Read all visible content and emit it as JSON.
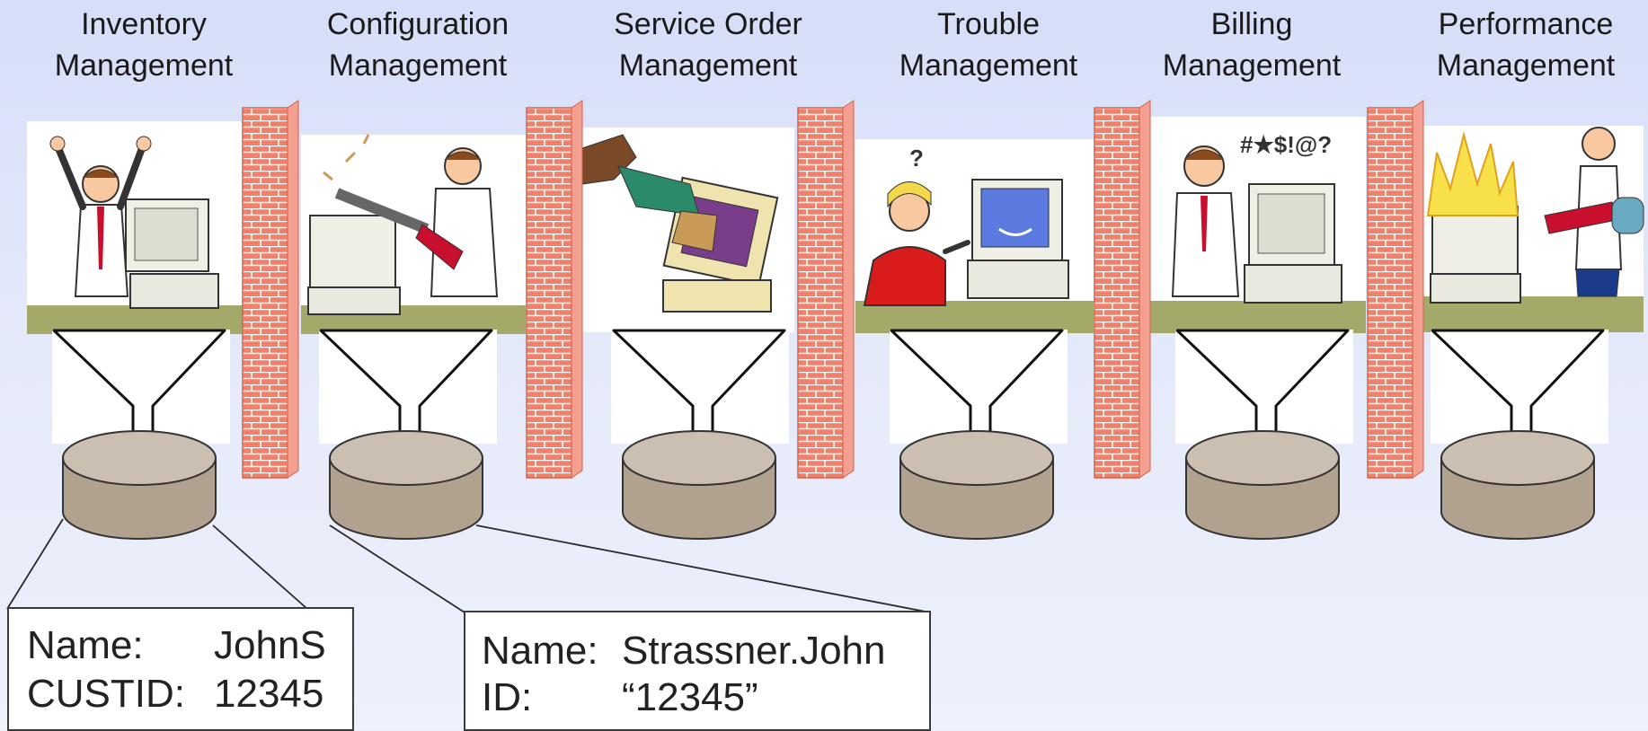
{
  "columns": [
    {
      "id": "inventory",
      "title_line1": "Inventory",
      "title_line2": "Management",
      "icon": "celebrating-man-with-computer"
    },
    {
      "id": "configuration",
      "title_line1": "Configuration",
      "title_line2": "Management",
      "icon": "man-sawing-computer"
    },
    {
      "id": "service-order",
      "title_line1": "Service Order",
      "title_line2": "Management",
      "icon": "foot-kicking-monitor"
    },
    {
      "id": "trouble",
      "title_line1": "Trouble",
      "title_line2": "Management",
      "icon": "woman-scolding-computer"
    },
    {
      "id": "billing",
      "title_line1": "Billing",
      "title_line2": "Management",
      "icon": "man-cursing-at-computer"
    },
    {
      "id": "performance",
      "title_line1": "Performance",
      "title_line2": "Management",
      "icon": "man-extinguishing-burning-computer"
    }
  ],
  "record_left": {
    "name_label": "Name:",
    "name_value": "JohnS",
    "id_label": "CUSTID:",
    "id_value": "12345"
  },
  "record_right": {
    "name_label": "Name:",
    "name_value": "Strassner.John",
    "id_label": "ID:",
    "id_value": "“12345”"
  },
  "colors": {
    "firewall": "#f0806a",
    "firewall_mortar": "#ffffff",
    "database_top": "#cabfb0",
    "database_side": "#b0a28e",
    "desk": "#a4a96a",
    "outline": "#2a2a2a"
  }
}
